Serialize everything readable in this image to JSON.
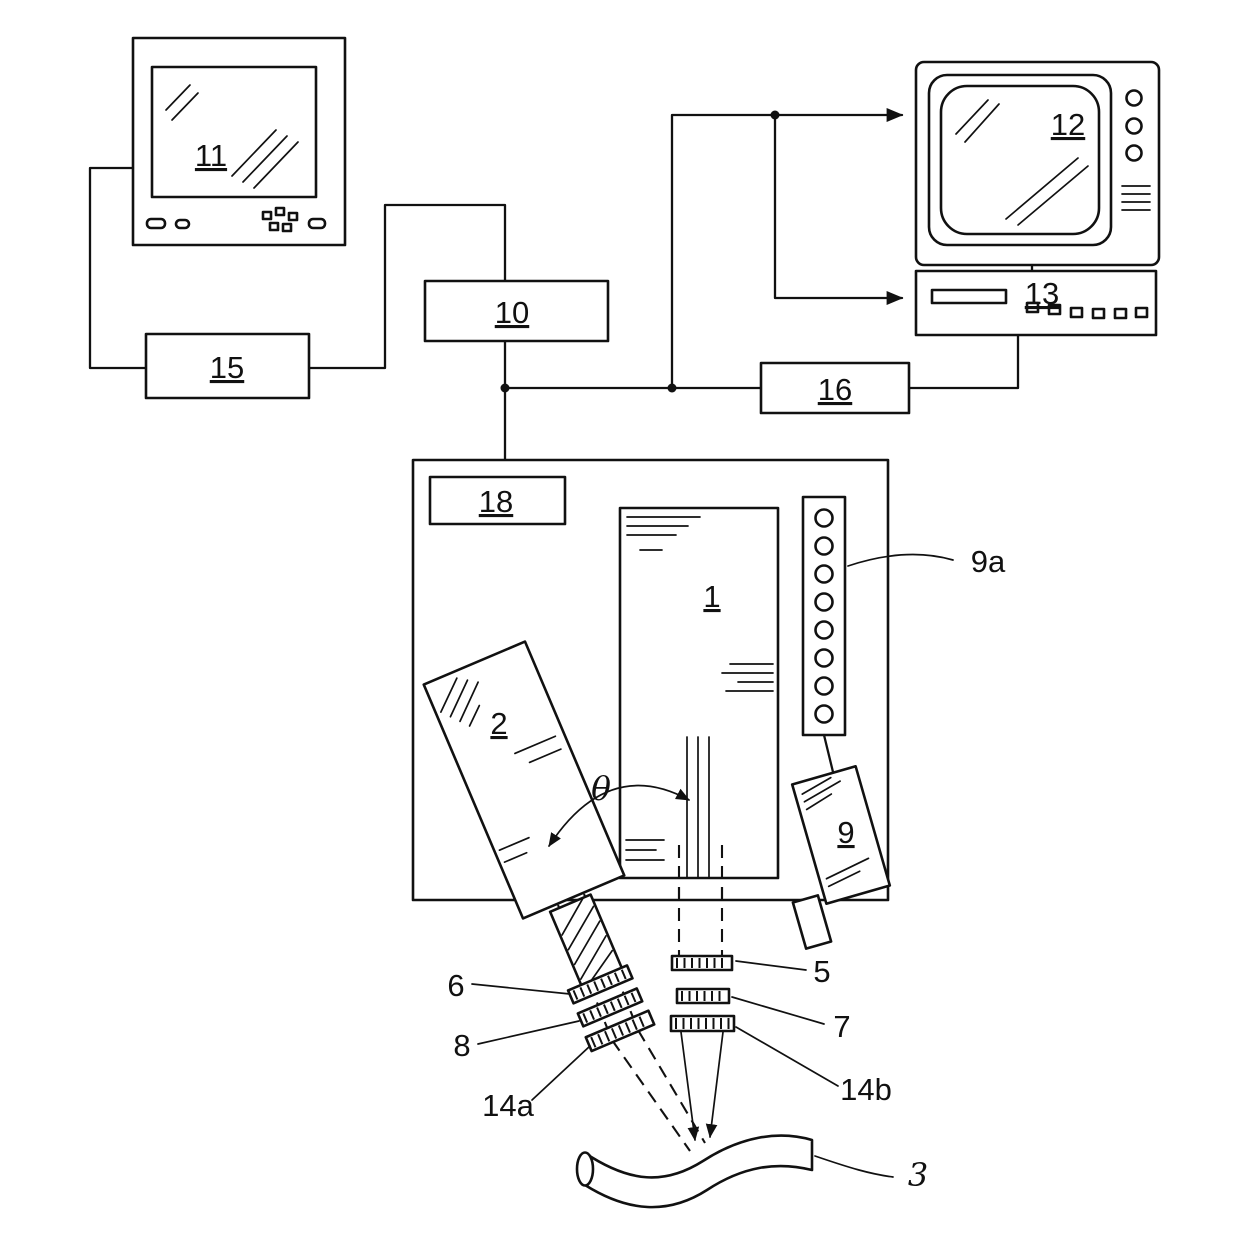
{
  "figure": {
    "kind": "patent-style system diagram",
    "colors": {
      "ink": "#111111",
      "paper": "#ffffff"
    }
  },
  "labels": {
    "n11": "11",
    "n15": "15",
    "n10": "10",
    "n12": "12",
    "n13": "13",
    "n16": "16",
    "n18": "18",
    "n1": "1",
    "n2": "2",
    "n9": "9",
    "n9a": "9a",
    "n5": "5",
    "n6": "6",
    "n7": "7",
    "n8": "8",
    "n14a": "14a",
    "n14b": "14b",
    "n3": "3",
    "theta": "θ"
  }
}
